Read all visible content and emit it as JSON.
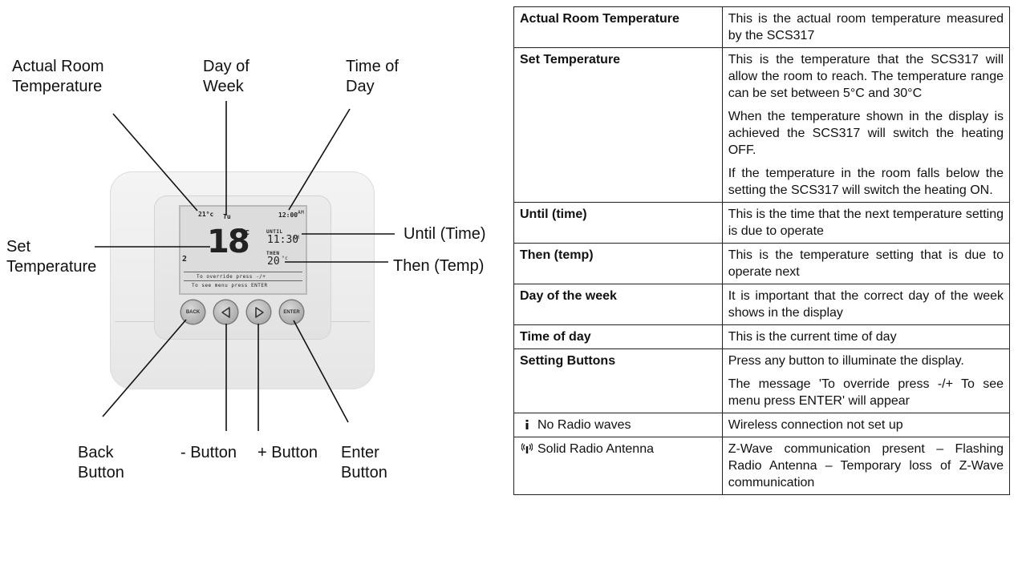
{
  "callouts": {
    "actual_room": [
      "Actual Room",
      "Temperature"
    ],
    "day_of_week": [
      "Day of",
      "Week"
    ],
    "time_of_day": [
      "Time of",
      "Day"
    ],
    "set_temperature": [
      "Set",
      "Temperature"
    ],
    "until_time": "Until (Time)",
    "then_temp": "Then (Temp)",
    "back_button": [
      "Back",
      "Button"
    ],
    "minus_button": "- Button",
    "plus_button": "+ Button",
    "enter_button": [
      "Enter",
      "Button"
    ]
  },
  "display": {
    "room_temp": "21°c",
    "day": "Tu",
    "time": "12:00",
    "ampm": "AM",
    "set_temp": "18",
    "set_temp_unit": "°c",
    "until_label": "UNTIL",
    "until_time": "11:30",
    "until_ampm": "AM",
    "then_label": "THEN",
    "then_temp": "20",
    "then_unit": "°c",
    "program_number": "2",
    "message_line1": "To override press -/+",
    "message_line2": "To see menu press ENTER"
  },
  "buttons": {
    "back": "BACK",
    "enter": "ENTER"
  },
  "table": {
    "rows": [
      {
        "term": "Actual Room Temperature",
        "desc": [
          "This is the actual room temperature measured by the SCS317"
        ]
      },
      {
        "term": "Set Temperature",
        "desc": [
          "This is the temperature that the SCS317 will allow the room to reach. The temperature range can be set between 5°C and 30°C",
          "When the temperature shown in the display is achieved the SCS317 will switch the heating OFF.",
          "If the temperature in the room falls below the setting the SCS317 will switch the heating ON."
        ]
      },
      {
        "term": "Until (time)",
        "desc": [
          "This is the time that the next temperature setting is due to operate"
        ]
      },
      {
        "term": "Then (temp)",
        "desc": [
          "This is the temperature setting that is due to operate next"
        ]
      },
      {
        "term": "Day of the week",
        "desc": [
          "It is important that the correct day of the week shows in the display"
        ]
      },
      {
        "term": "Time of day",
        "desc": [
          "This is the current time of day"
        ]
      },
      {
        "term": "Setting Buttons",
        "desc": [
          "Press any button to illuminate the display.",
          "The message 'To override press -/+ To see menu press ENTER' will appear"
        ]
      },
      {
        "term": "No Radio waves",
        "icon": "signal-bar-icon",
        "desc": [
          "Wireless connection not set up"
        ]
      },
      {
        "term": "Solid Radio Antenna",
        "icon": "radio-antenna-icon",
        "desc": [
          "Z-Wave communication present – Flashing Radio Antenna – Temporary loss of Z-Wave communication"
        ]
      }
    ]
  }
}
